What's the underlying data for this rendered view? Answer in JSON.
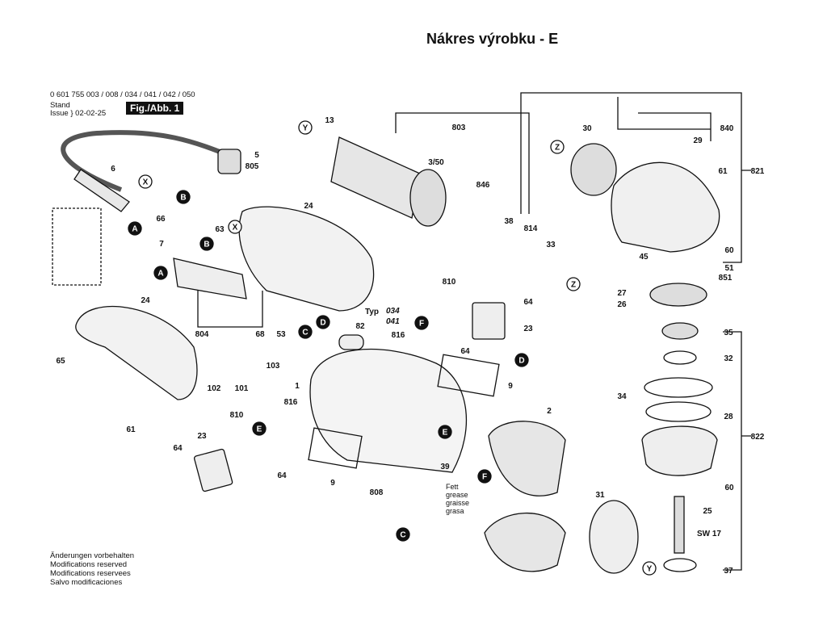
{
  "title": "Nákres výrobku - E",
  "header": {
    "part_numbers": "0 601 755 003 / 008 / 034 / 041 / 042 / 050",
    "stand_label": "Stand",
    "issue_label": "Issue",
    "issue_date": "02-02-25",
    "figure_label": "Fig./Abb. 1"
  },
  "notes": [
    "Änderungen vorbehalten",
    "Modifications reserved",
    "Modifications reservees",
    "Salvo modificaciones"
  ],
  "type_label": "Typ",
  "type_values": [
    "034",
    "041"
  ],
  "grease_label": [
    "Fett",
    "grease",
    "graisse",
    "grasa"
  ],
  "callouts": [
    "13",
    "803",
    "3/50",
    "846",
    "38",
    "814",
    "33",
    "30",
    "840",
    "29",
    "61",
    "821",
    "60",
    "51",
    "851",
    "45",
    "27",
    "26",
    "35",
    "32",
    "34",
    "28",
    "822",
    "60",
    "25",
    "SW 17",
    "37",
    "31",
    "2",
    "39",
    "9",
    "9",
    "808",
    "810",
    "64",
    "23",
    "816",
    "64",
    "82",
    "103",
    "1",
    "816",
    "810",
    "64",
    "23",
    "64",
    "24",
    "24",
    "65",
    "61",
    "102",
    "101",
    "804",
    "68",
    "53",
    "66",
    "63",
    "7",
    "6",
    "5",
    "805"
  ],
  "connectors": [
    "Y",
    "X",
    "B",
    "A",
    "X",
    "B",
    "A",
    "D",
    "C",
    "F",
    "E",
    "E",
    "D",
    "Z",
    "Z",
    "F",
    "C",
    "Y"
  ]
}
